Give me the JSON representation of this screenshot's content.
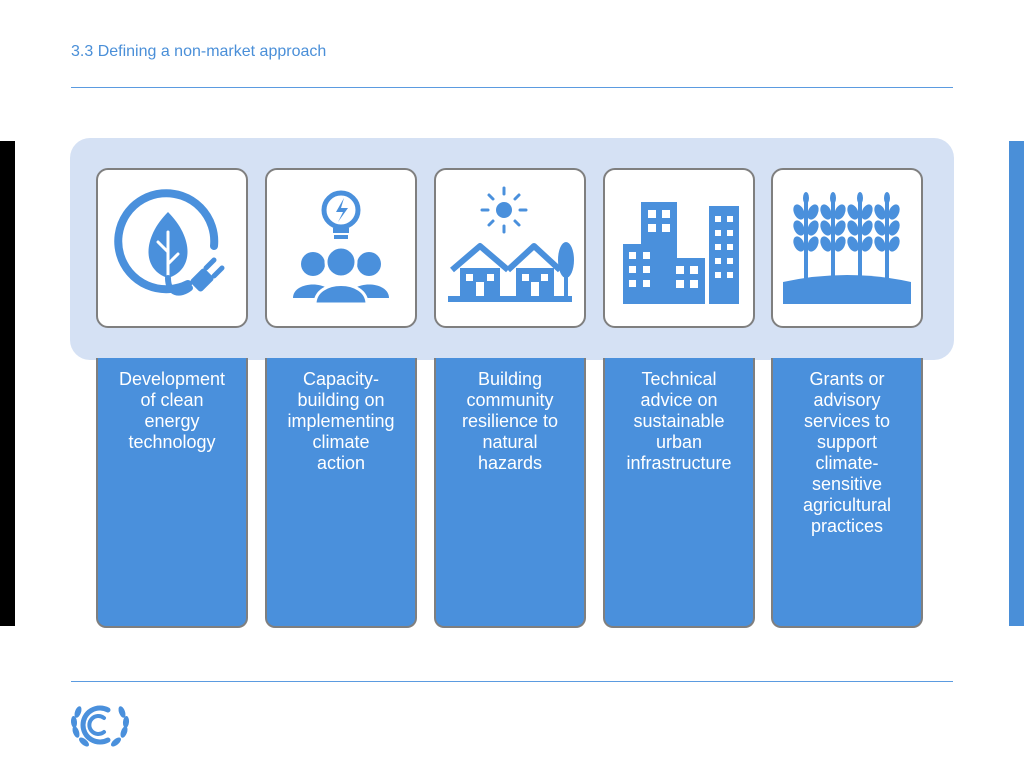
{
  "slide": {
    "title": "3.3 Defining a non-market approach"
  },
  "colors": {
    "accent": "#4a90dc",
    "band": "#d5e1f4",
    "card_border": "#7f7f7f",
    "title": "#4a8fd8"
  },
  "cards": [
    {
      "icon": "clean-energy-icon",
      "lines": [
        "Development",
        "of clean",
        "energy",
        "technology"
      ]
    },
    {
      "icon": "capacity-building-icon",
      "lines": [
        "Capacity-",
        "building on",
        "implementing",
        "climate",
        "action"
      ]
    },
    {
      "icon": "community-resilience-icon",
      "lines": [
        "Building",
        "community",
        "resilience to",
        "natural",
        "hazards"
      ]
    },
    {
      "icon": "urban-infrastructure-icon",
      "lines": [
        "Technical",
        "advice on",
        "sustainable",
        "urban",
        "infrastructure"
      ]
    },
    {
      "icon": "agriculture-icon",
      "lines": [
        "Grants or",
        "advisory",
        "services to",
        "support",
        "climate-",
        "sensitive",
        "agricultural",
        "practices"
      ]
    }
  ]
}
